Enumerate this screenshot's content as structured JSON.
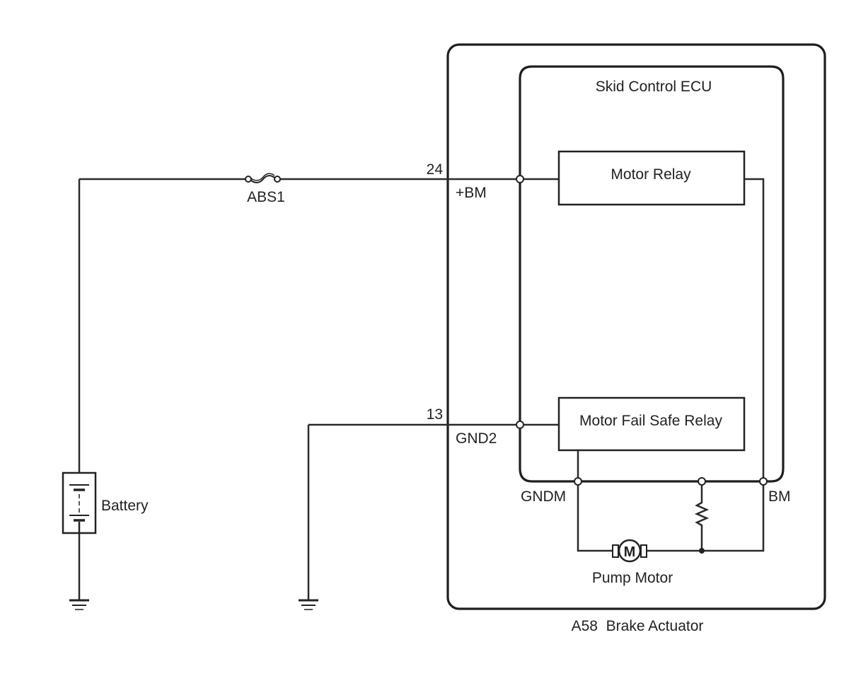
{
  "diagram": {
    "type": "wiring-diagram",
    "labels": {
      "fuse": "ABS1",
      "battery": "Battery",
      "ecu_title": "Skid Control ECU",
      "motor_relay": "Motor Relay",
      "motor_fail_safe_relay": "Motor Fail Safe Relay",
      "pump_motor": "Pump Motor",
      "motor_symbol": "M",
      "actuator": "A58  Brake Actuator"
    },
    "terminals": [
      {
        "pin": "24",
        "name": "+BM"
      },
      {
        "pin": "13",
        "name": "GND2"
      },
      {
        "pin": "",
        "name": "GNDM"
      },
      {
        "pin": "",
        "name": "BM"
      }
    ]
  }
}
